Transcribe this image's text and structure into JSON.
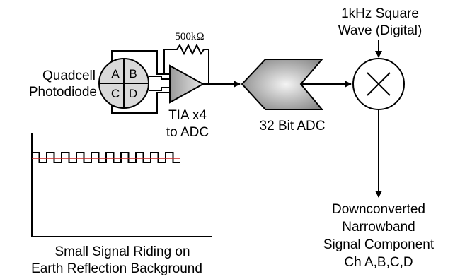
{
  "photodiode": {
    "label_line1": "Quadcell",
    "label_line2": "Photodiode",
    "cells": [
      "A",
      "B",
      "C",
      "D"
    ]
  },
  "feedback_resistor": "500kΩ",
  "tia": {
    "label_line1": "TIA x4",
    "label_line2": "to ADC"
  },
  "adc": {
    "label": "32 Bit ADC"
  },
  "reference": {
    "label_line1": "1kHz Square",
    "label_line2": "Wave (Digital)"
  },
  "output": {
    "label_line1": "Downconverted",
    "label_line2": "Narrowband",
    "label_line3": "Signal Component",
    "label_line4": "Ch A,B,C,D"
  },
  "signal_plot": {
    "caption_line1": "Small Signal Riding on",
    "caption_line2": "Earth Reflection Background",
    "trace_color": "#000000",
    "baseline_color": "#cc2222"
  },
  "colors": {
    "line": "#000000",
    "diode_fill": "#d9d9d9"
  }
}
